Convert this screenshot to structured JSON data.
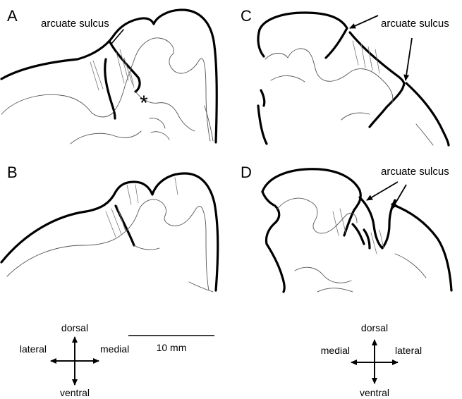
{
  "panels": [
    {
      "letter": "A",
      "annotation": "arcuate sulcus",
      "marker": "*"
    },
    {
      "letter": "B"
    },
    {
      "letter": "C",
      "annotation": "arcuate sulcus"
    },
    {
      "letter": "D",
      "annotation": "arcuate sulcus"
    }
  ],
  "scale_bar": {
    "label": "10 mm"
  },
  "compass_left": {
    "top": "dorsal",
    "bottom": "ventral",
    "left": "lateral",
    "right": "medial"
  },
  "compass_right": {
    "top": "dorsal",
    "bottom": "ventral",
    "left": "medial",
    "right": "lateral"
  }
}
